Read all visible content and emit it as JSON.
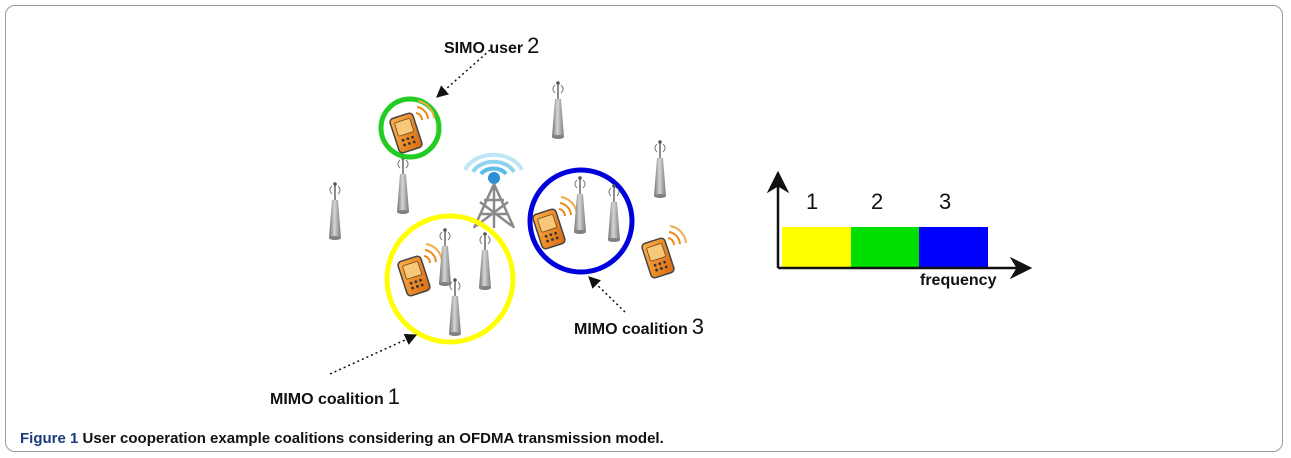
{
  "labels": {
    "simo_user": "SIMO user",
    "simo_user_num": "2",
    "mimo_coalition_1": "MIMO coalition",
    "mimo_coalition_1_num": "1",
    "mimo_coalition_3": "MIMO coalition",
    "mimo_coalition_3_num": "3"
  },
  "spectrum": {
    "band_labels": [
      "1",
      "2",
      "3"
    ],
    "band_colors": [
      "#ffff00",
      "#00e000",
      "#0000ff"
    ],
    "axis_label": "frequency"
  },
  "colors": {
    "coalition_1": "#ffff00",
    "simo_user_2": "#22cc22",
    "coalition_3": "#0000dd",
    "caption_fig_number": "#1c3a78"
  },
  "icons": [
    "base-station-tower-icon",
    "mobile-phone-icon",
    "antenna-terminal-icon"
  ],
  "caption": {
    "figure_number": "Figure 1",
    "text": "User cooperation example coalitions considering an OFDMA transmission model."
  }
}
